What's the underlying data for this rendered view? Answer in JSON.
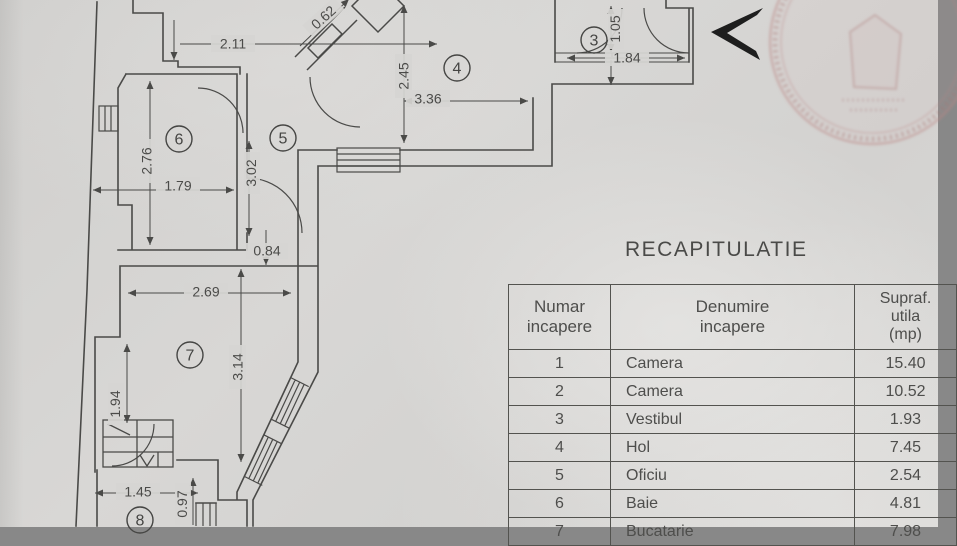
{
  "recapitulation": {
    "title": "RECAPITULATIE",
    "headers": {
      "number_line1": "Numar",
      "number_line2": "incapere",
      "name_line1": "Denumire",
      "name_line2": "incapere",
      "area_line1": "Supraf.",
      "area_line2": "utila",
      "area_line3": "(mp)"
    },
    "rows": [
      {
        "nr": "1",
        "name": "Camera",
        "area": "15.40"
      },
      {
        "nr": "2",
        "name": "Camera",
        "area": "10.52"
      },
      {
        "nr": "3",
        "name": "Vestibul",
        "area": "1.93"
      },
      {
        "nr": "4",
        "name": "Hol",
        "area": "7.45"
      },
      {
        "nr": "5",
        "name": "Oficiu",
        "area": "2.54"
      },
      {
        "nr": "6",
        "name": "Baie",
        "area": "4.81"
      },
      {
        "nr": "7",
        "name": "Bucatarie",
        "area": "7.98"
      }
    ]
  },
  "plan": {
    "rooms": [
      {
        "id": "3"
      },
      {
        "id": "4"
      },
      {
        "id": "5"
      },
      {
        "id": "6"
      },
      {
        "id": "7"
      },
      {
        "id": "8"
      }
    ],
    "dimensions": {
      "d211": "2.11",
      "d062": "0.62",
      "d245": "2.45",
      "d336": "3.36",
      "d105": "1.05",
      "d184": "1.84",
      "d276": "2.76",
      "d179": "1.79",
      "d302": "3.02",
      "d084": "0.84",
      "d269": "2.69",
      "d314": "3.14",
      "d194": "1.94",
      "d145": "1.45",
      "d097": "0.97"
    },
    "line_color": "#4a4a48"
  },
  "stamp": {
    "icon": "round-ink-stamp",
    "color": "#ba8280"
  },
  "orientation_arrow": {
    "icon": "chevron-left-arrow",
    "color": "#1e1e1e"
  }
}
